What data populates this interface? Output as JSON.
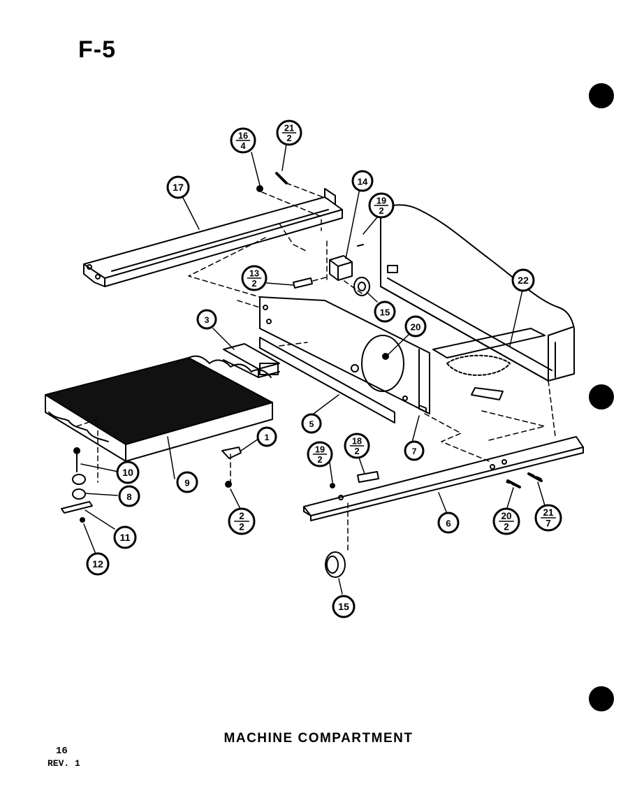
{
  "page_label": "F-5",
  "caption": "MACHINE COMPARTMENT",
  "page_number": "16",
  "revision": "REV. 1",
  "callouts": [
    {
      "id": "c-16-4",
      "top": "16",
      "bottom": "4"
    },
    {
      "id": "c-21-2",
      "top": "21",
      "bottom": "2"
    },
    {
      "id": "c-17",
      "label": "17"
    },
    {
      "id": "c-14",
      "label": "14"
    },
    {
      "id": "c-19-2a",
      "top": "19",
      "bottom": "2"
    },
    {
      "id": "c-13-2",
      "top": "13",
      "bottom": "2"
    },
    {
      "id": "c-15a",
      "label": "15"
    },
    {
      "id": "c-22",
      "label": "22"
    },
    {
      "id": "c-3",
      "label": "3"
    },
    {
      "id": "c-20",
      "label": "20"
    },
    {
      "id": "c-5",
      "label": "5"
    },
    {
      "id": "c-7",
      "label": "7"
    },
    {
      "id": "c-1",
      "label": "1"
    },
    {
      "id": "c-19-2b",
      "top": "19",
      "bottom": "2"
    },
    {
      "id": "c-18-2",
      "top": "18",
      "bottom": "2"
    },
    {
      "id": "c-10",
      "label": "10"
    },
    {
      "id": "c-9",
      "label": "9"
    },
    {
      "id": "c-8",
      "label": "8"
    },
    {
      "id": "c-2-2",
      "top": "2",
      "bottom": "2"
    },
    {
      "id": "c-6",
      "label": "6"
    },
    {
      "id": "c-20-2",
      "top": "20",
      "bottom": "2"
    },
    {
      "id": "c-21-7",
      "top": "21",
      "bottom": "7"
    },
    {
      "id": "c-11",
      "label": "11"
    },
    {
      "id": "c-12",
      "label": "12"
    },
    {
      "id": "c-15b",
      "label": "15"
    }
  ]
}
